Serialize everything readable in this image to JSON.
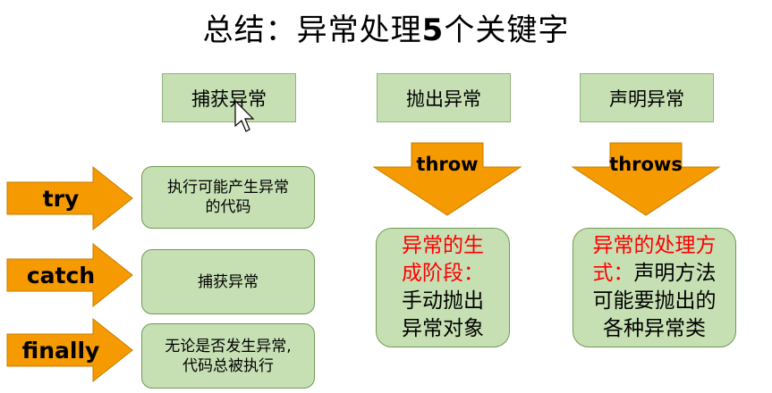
{
  "title": {
    "prefix": "总结：异常处理",
    "number": "5",
    "suffix": "个关键字"
  },
  "headers": {
    "catch": "捕获异常",
    "throw": "抛出异常",
    "declare": "声明异常"
  },
  "keywords": {
    "try": "try",
    "catch": "catch",
    "finally": "finally",
    "throw": "throw",
    "throws": "throws"
  },
  "descriptions": {
    "try": [
      "执行可能产生异常",
      "的代码"
    ],
    "catch": "捕获异常",
    "finally": [
      "无论是否发生异常,",
      "代码总被执行"
    ]
  },
  "throw_box": {
    "red_lines": [
      "异常的生",
      "成阶段："
    ],
    "black_lines": [
      "手动抛出",
      "异常对象"
    ]
  },
  "throws_box": {
    "red_line1": "异常的处理方",
    "red_line2": "式：",
    "black_line2": "声明方法",
    "black_lines": [
      "可能要抛出的",
      "各种异常类"
    ]
  },
  "colors": {
    "arrow_fill": "#f59a00",
    "box_fill": "#c6e0b4",
    "emphasis_text": "#ff0000"
  }
}
